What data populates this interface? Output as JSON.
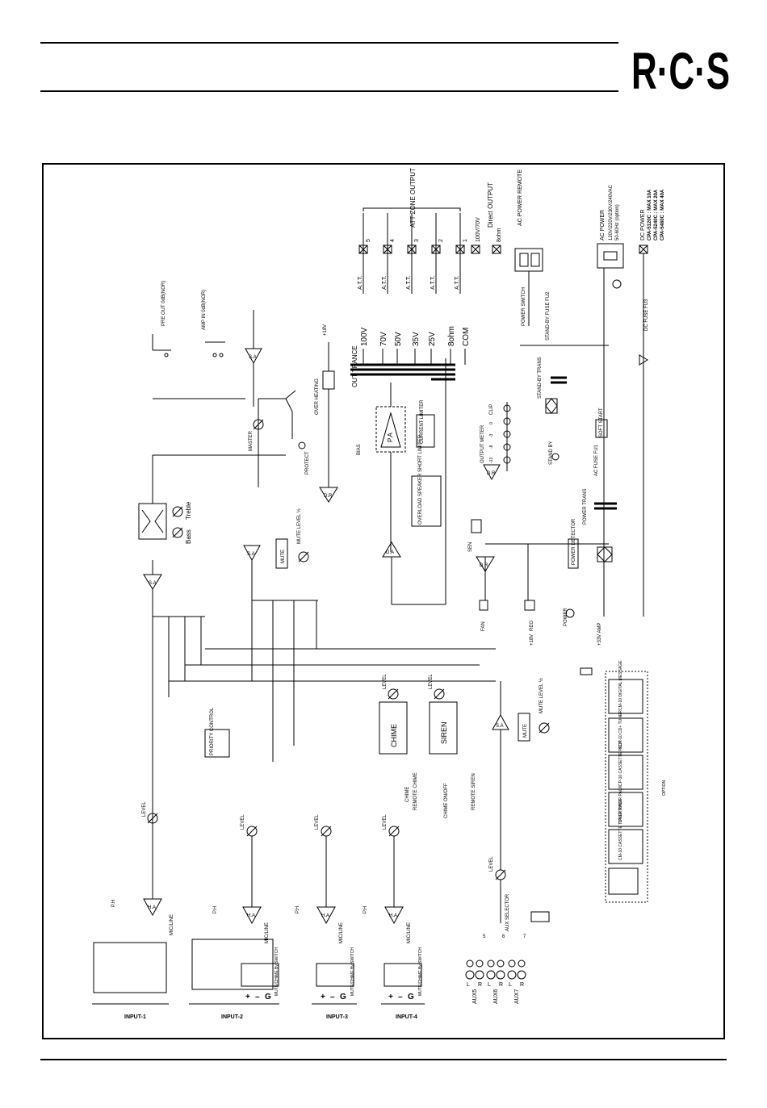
{
  "brand": "R·C·S",
  "labels": {
    "att_zone_output": "ATT ZONE OUTPUT",
    "direct_output": "Direct OUTPUT",
    "ac_power_remote": "AC POWER REMOTE",
    "ac_power": "AC POWER",
    "ac_voltage": "120V/220V/230V/240VAC",
    "ac_freq": "50-60Hz (option)",
    "dc_power": "DC POWER",
    "cpa5120": "CPA-5120C : MAX 10A",
    "cpa5240": "CPA-5240C : MAX 20A",
    "cpa5480": "CPA-5480C : MAX 40A",
    "pre_out": "PRE OUT 0dB(NOR)",
    "amp_in": "AMP IN 0dB(NOR)",
    "out_trance": "OUT TRANCE",
    "over_heating": "OVER HEATING",
    "master": "MASTER",
    "protect": "PROTECT",
    "bias": "BIAS",
    "pa": "P.A",
    "current_limiter": "CURRENT LIMITER",
    "overload_limiter": "OVERLOAD SPEAKER SHORT LIMITER",
    "output_meter": "OUTPUT METER",
    "clip": "CLIP",
    "bass": "Bass",
    "treble": "Treble",
    "sa": "S.A",
    "dr": "D.R",
    "da": "D.A",
    "ha": "H.A",
    "mute": "MUTE",
    "mute_level": "MUTE LEVEL ½",
    "level": "LEVEL",
    "sen": "SEN",
    "fan": "FAN",
    "reg": "REG",
    "plus18": "+18V",
    "plus18v": "+18V",
    "plus18_amp": "+33V AMP",
    "power": "POWER",
    "power_detector": "POWER DETECTOR",
    "power_trans": "POWER TRANS",
    "ac_fuse": "AC FUSE FU1",
    "stand_by": "STAND BY",
    "soft_start": "SOFT START",
    "stand_by_trans": "STAND-BY TRANS",
    "stand_by_fuse": "STAND-BY FUSE FU2",
    "power_switch": "POWER SWITCH",
    "dc_fuse": "DC FUSE FU3",
    "priority_control": "PRIORITY CONTROL",
    "chime": "CHIME",
    "siren": "SIREN",
    "remote_chime": "REMOTE CHIME",
    "remote_siren": "REMOTE SIREN",
    "chime_onoff": "CHIME ON/OFF",
    "chime_small": "CHIME",
    "aux_selector": "AUX SELECTOR",
    "ph": "P.H",
    "micline": "MIC/LINE",
    "mute_by_switch": "MUTE/CHIME By SWITCH",
    "input1": "INPUT-1",
    "input2": "INPUT-2",
    "input3": "INPUT-3",
    "input4": "INPUT-4",
    "aux5": "AUX5",
    "aux6": "AUX6",
    "aux7": "AUX7",
    "option": "OPTION",
    "att": "A.T.T.",
    "opt_modules": [
      "CM-10 DIGITAL MESSAGE",
      "CDP-10 CD+ TUNER",
      "CP-10 CASSETTE PACK",
      "TP-10 TUNER PACK",
      "CM-10 CASSETTE TUNER PACK"
    ]
  },
  "taps": [
    "100V",
    "70V",
    "50V",
    "35V",
    "25V",
    "8ohm",
    "COM"
  ],
  "zones": [
    "5",
    "4",
    "3",
    "2",
    "1"
  ],
  "direct": [
    "100V/70V",
    "8ohm"
  ],
  "meter_steps": [
    "-13",
    "-8",
    "-3",
    "0"
  ],
  "aux_numbers": [
    "5",
    "6",
    "7"
  ],
  "lr": [
    "L",
    "R"
  ],
  "plus_minus": [
    "+",
    "–",
    "G"
  ]
}
